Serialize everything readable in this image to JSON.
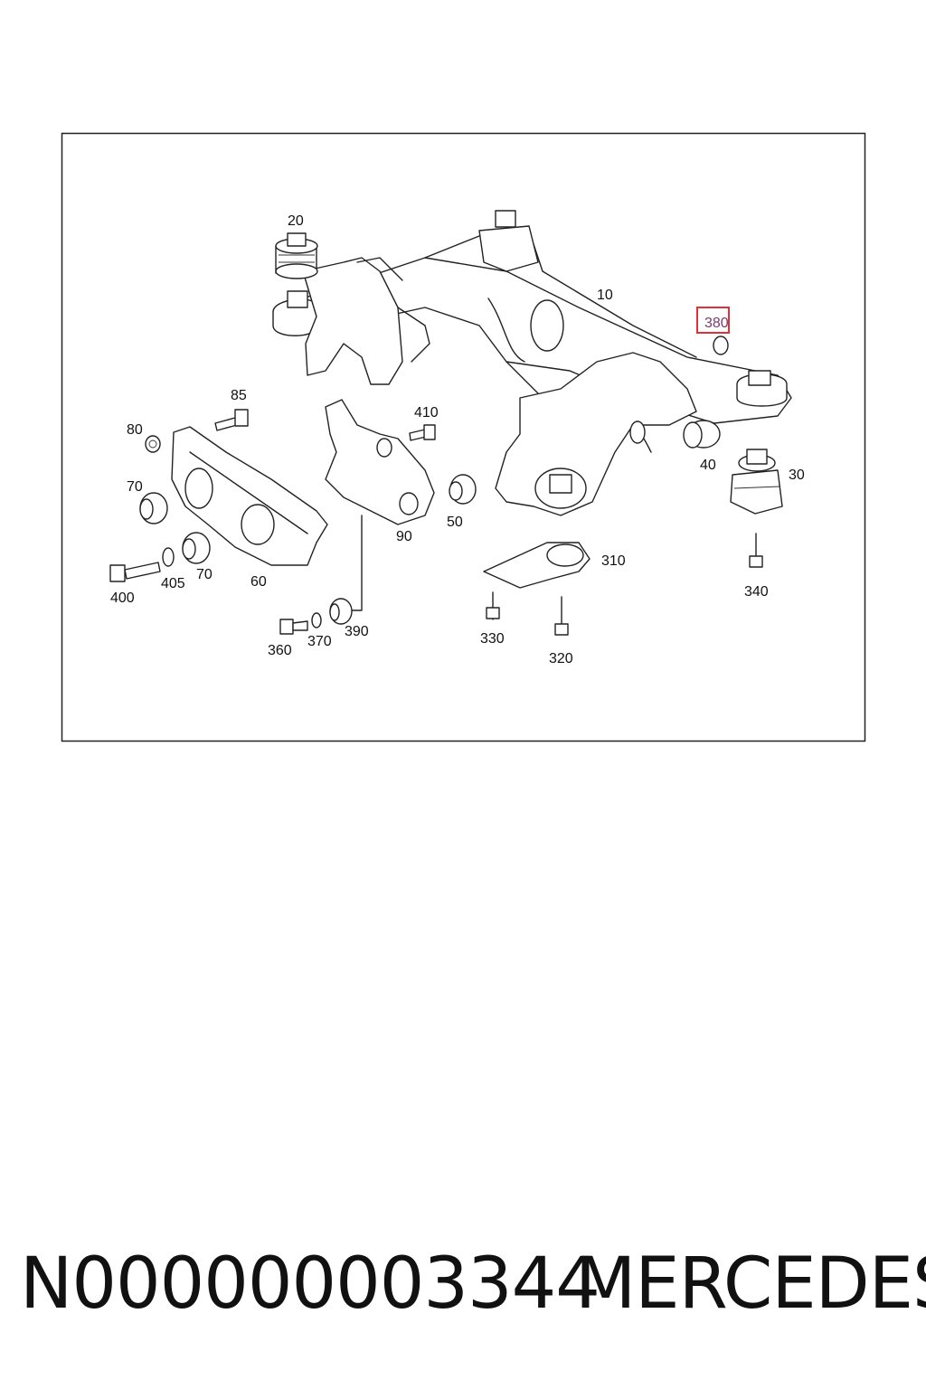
{
  "diagram": {
    "callouts": [
      {
        "id": "10",
        "label": "10"
      },
      {
        "id": "20",
        "label": "20"
      },
      {
        "id": "30",
        "label": "30"
      },
      {
        "id": "40",
        "label": "40"
      },
      {
        "id": "50",
        "label": "50"
      },
      {
        "id": "60",
        "label": "60"
      },
      {
        "id": "70a",
        "label": "70"
      },
      {
        "id": "70b",
        "label": "70"
      },
      {
        "id": "80",
        "label": "80"
      },
      {
        "id": "85",
        "label": "85"
      },
      {
        "id": "90",
        "label": "90"
      },
      {
        "id": "310",
        "label": "310"
      },
      {
        "id": "320",
        "label": "320"
      },
      {
        "id": "330",
        "label": "330"
      },
      {
        "id": "340",
        "label": "340"
      },
      {
        "id": "360",
        "label": "360"
      },
      {
        "id": "370",
        "label": "370"
      },
      {
        "id": "380",
        "label": "380",
        "highlighted": true
      },
      {
        "id": "390",
        "label": "390"
      },
      {
        "id": "400",
        "label": "400"
      },
      {
        "id": "405",
        "label": "405"
      },
      {
        "id": "410",
        "label": "410"
      }
    ],
    "highlight_color": "#e0313a"
  },
  "footer": {
    "part_number": "N000000003344",
    "brand": "MERCEDES"
  }
}
